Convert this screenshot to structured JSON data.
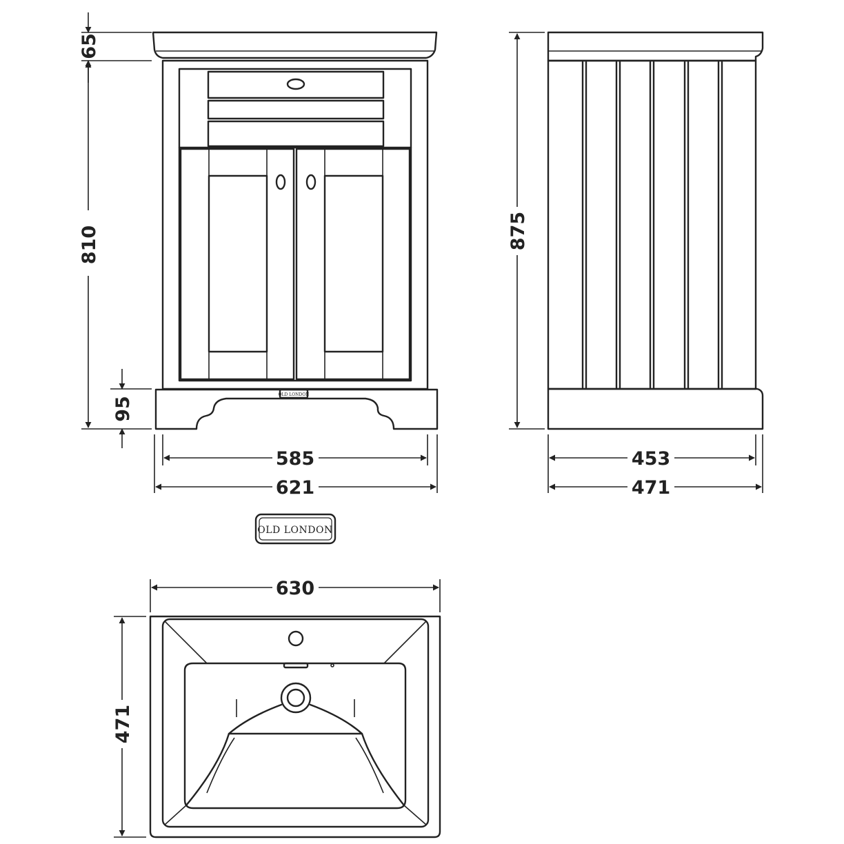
{
  "dimensions": {
    "front_top_height": "65",
    "front_body_height": "810",
    "front_plinth_height": "95",
    "front_inner_width": "585",
    "front_outer_width": "621",
    "side_height": "875",
    "side_inner_depth": "453",
    "side_outer_depth": "471",
    "basin_width": "630",
    "basin_depth": "471"
  },
  "brand": {
    "logo_text": "OLD LONDON",
    "small_plate_text": "OLD LONDON"
  },
  "colors": {
    "line": "#222222",
    "background": "#ffffff"
  }
}
